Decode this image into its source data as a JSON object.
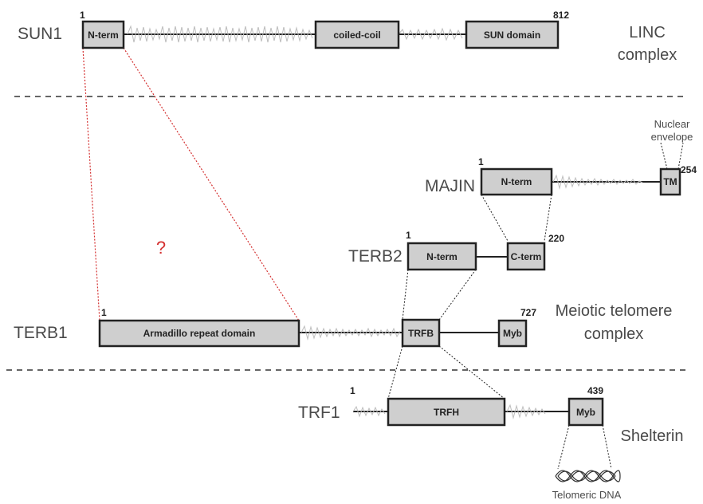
{
  "proteins": {
    "sun1": {
      "name": "SUN1",
      "start": "1",
      "end": "812",
      "domains": {
        "nterm": "N-term",
        "coiled": "coiled-coil",
        "sun": "SUN domain"
      }
    },
    "majin": {
      "name": "MAJIN",
      "start": "1",
      "end": "254",
      "domains": {
        "nterm": "N-term",
        "tm": "TM"
      }
    },
    "terb2": {
      "name": "TERB2",
      "start": "1",
      "end": "220",
      "domains": {
        "nterm": "N-term",
        "cterm": "C-term"
      }
    },
    "terb1": {
      "name": "TERB1",
      "start": "1",
      "end": "727",
      "domains": {
        "arm": "Armadillo repeat domain",
        "trfb": "TRFB",
        "myb": "Myb"
      }
    },
    "trf1": {
      "name": "TRF1",
      "start": "1",
      "end": "439",
      "domains": {
        "trfh": "TRFH",
        "myb": "Myb"
      }
    }
  },
  "complexes": {
    "linc": {
      "line1": "LINC",
      "line2": "complex"
    },
    "meiotic": {
      "line1": "Meiotic telomere",
      "line2": "complex"
    },
    "shelterin": {
      "label": "Shelterin"
    }
  },
  "annotations": {
    "nuclear_envelope_line1": "Nuclear",
    "nuclear_envelope_line2": "envelope",
    "telomeric_dna": "Telomeric DNA",
    "unknown_interaction": "?"
  },
  "colors": {
    "domain_fill": "#cfcfcf",
    "disorder_wave": "#bdbdbd",
    "unknown_link": "#d43030"
  }
}
